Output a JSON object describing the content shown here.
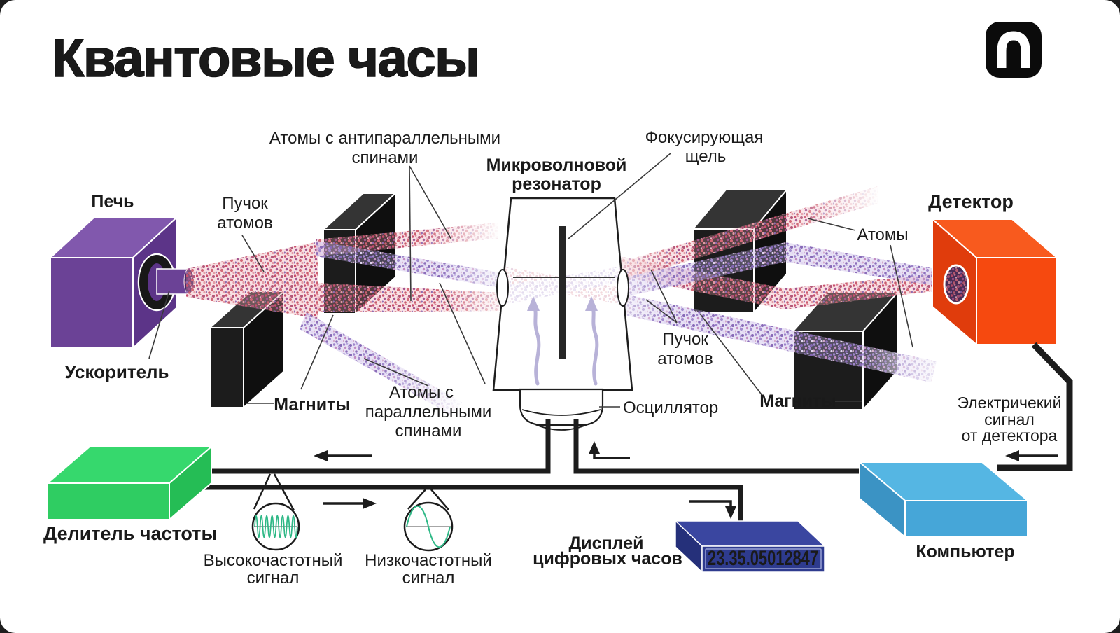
{
  "title": "Квантовые часы",
  "brand": {
    "logo": "naked-science-logo"
  },
  "palette": {
    "oven": "#6b4296",
    "detector": "#f6490f",
    "divider": "#2fcd62",
    "computer": "#55b6e3",
    "display": "#2e3b8e",
    "display_digits": "#ccd2f0",
    "wave_green": "#2eb886",
    "label_purple": "#5b2f92",
    "label_red": "#e8380d",
    "label_green": "#19ab4e",
    "label_navy": "#2b3a94",
    "label_cyan": "#1e96cc",
    "beam_red": "#d26878",
    "beam_violet": "#9d84ca"
  },
  "labels": {
    "oven": "Печь",
    "accelerator": "Ускоритель",
    "beam_left": {
      "l1": "Пучок",
      "l2": "атомов"
    },
    "antiparallel": {
      "l1": "Атомы с антипараллельными",
      "l2": "спинами"
    },
    "magnets_left": "Магниты",
    "parallel": {
      "l1": "Атомы с",
      "l2": "параллельными",
      "l3": "спинами"
    },
    "resonator": {
      "l1": "Микроволновой",
      "l2": "резонатор"
    },
    "slit": {
      "l1": "Фокусирующая",
      "l2": "щель"
    },
    "beam_right": {
      "l1": "Пучок",
      "l2": "атомов"
    },
    "oscillator": "Осциллятор",
    "magnets_right": "Магниты",
    "atoms": "Атомы",
    "detector": "Детектор",
    "detector_signal": {
      "l1": "Электричекий",
      "l2": "сигнал",
      "l3": "от детектора"
    },
    "divider": "Делитель частоты",
    "high_freq": {
      "l1": "Высокочастотный",
      "l2": "сигнал"
    },
    "low_freq": {
      "l1": "Низкочастотный",
      "l2": "сигнал"
    },
    "display": {
      "l1": "Дисплей",
      "l2": "цифровых часов"
    },
    "display_value": "23.35.05012847",
    "computer": "Компьютер"
  }
}
